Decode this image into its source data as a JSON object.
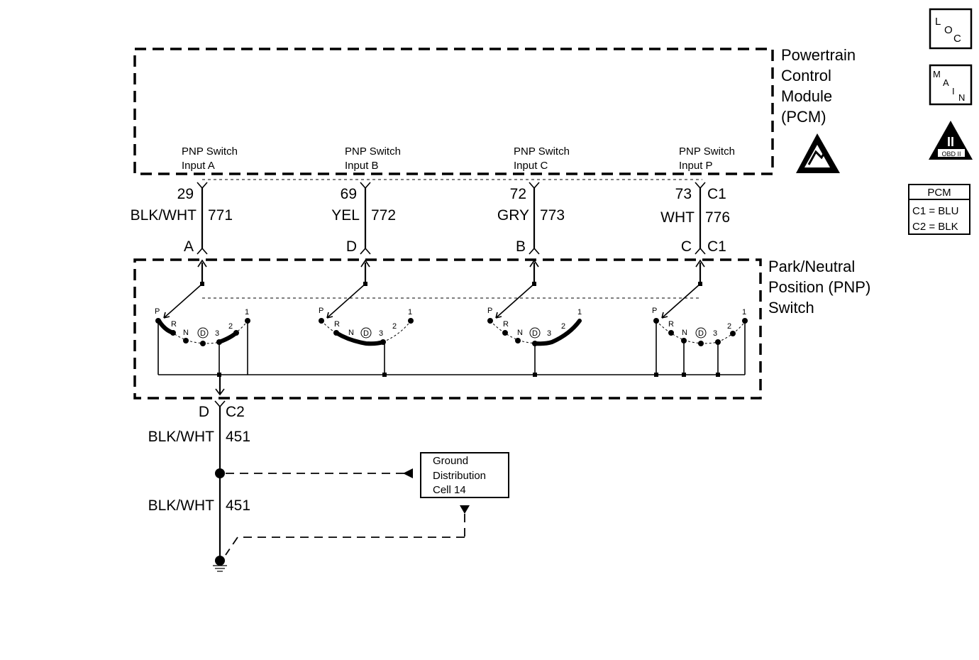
{
  "pcm": {
    "title_lines": [
      "Powertrain",
      "Control",
      "Module",
      "(PCM)"
    ],
    "inputs": [
      {
        "label1": "PNP Switch",
        "label2": "Input A",
        "pin": "29",
        "color": "BLK/WHT",
        "circuit": "771",
        "conn": "A"
      },
      {
        "label1": "PNP Switch",
        "label2": "Input B",
        "pin": "69",
        "color": "YEL",
        "circuit": "772",
        "conn": "D"
      },
      {
        "label1": "PNP Switch",
        "label2": "Input C",
        "pin": "72",
        "color": "GRY",
        "circuit": "773",
        "conn": "B"
      },
      {
        "label1": "PNP Switch",
        "label2": "Input P",
        "pin": "73",
        "color": "WHT",
        "circuit": "776",
        "conn": "C"
      }
    ],
    "connector_top": "C1",
    "connector_bottom": "C1"
  },
  "pnp": {
    "title_lines": [
      "Park/Neutral",
      "Position (PNP)",
      "Switch"
    ],
    "positions": [
      "P",
      "R",
      "N",
      "D",
      "3",
      "2",
      "1"
    ]
  },
  "ground": {
    "conn_pin": "D",
    "conn_id": "C2",
    "wire1_color": "BLK/WHT",
    "wire1_circuit": "451",
    "wire2_color": "BLK/WHT",
    "wire2_circuit": "451",
    "ref_lines": [
      "Ground",
      "Distribution",
      "Cell 14"
    ]
  },
  "icons": {
    "loc": {
      "l1": "L",
      "l2": "O",
      "l3": "C"
    },
    "main": {
      "l1": "M",
      "l2": "A",
      "l3": "I",
      "l4": "N"
    },
    "obd": {
      "mark": "II",
      "label": "OBD II"
    }
  },
  "pcm_legend": {
    "title": "PCM",
    "rows": [
      "C1 = BLU",
      "C2 = BLK"
    ]
  }
}
